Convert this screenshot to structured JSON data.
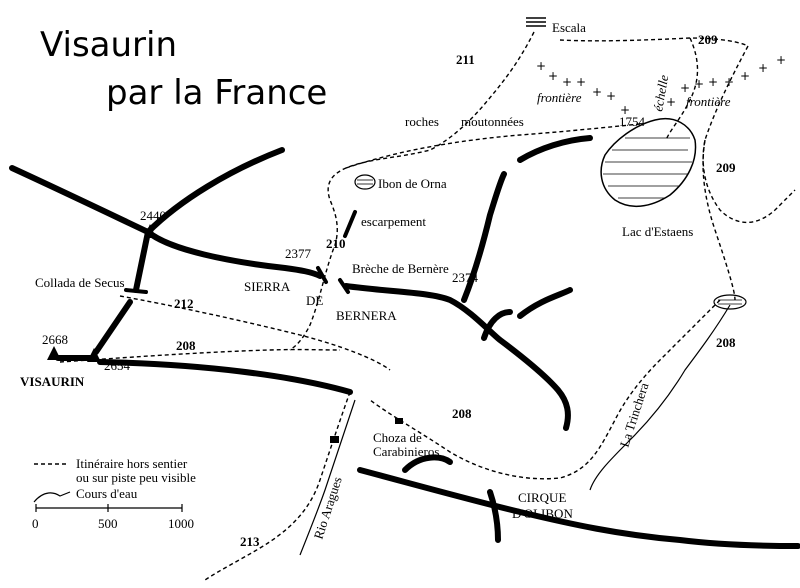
{
  "title": {
    "line1": "Visaurin",
    "line2": "par la France"
  },
  "places": {
    "escala": "Escala",
    "roches": "roches",
    "moutonnees": "moutonnées",
    "ibon": "Ibon de Orna",
    "escarpement": "escarpement",
    "breche": "Brèche de Bernère",
    "sierra": "SIERRA",
    "de": "DE",
    "bernera": "BERNERA",
    "collada": "Collada de Secus",
    "visaurin": "VISAURIN",
    "lac": "Lac d'Estaens",
    "frontiere_left": "frontière",
    "frontiere_right": "frontière",
    "echelle": "échelle",
    "choza1": "Choza de",
    "choza2": "Carabinieros",
    "cirque1": "CIRQUE",
    "cirque2": "D'OLIBON",
    "rio": "Rio Aragues",
    "trinchera": "La Trinchera"
  },
  "elevations": {
    "e2440": "2440",
    "e2377": "2377",
    "e2374": "2374",
    "e1754": "1754",
    "e2668": "2668",
    "e2654": "2654"
  },
  "routes": {
    "r211": "211",
    "r209a": "209",
    "r209b": "209",
    "r210": "210",
    "r212": "212",
    "r208a": "208",
    "r208b": "208",
    "r208c": "208",
    "r213": "213"
  },
  "legend": {
    "trail_line1": "Itinéraire hors sentier",
    "trail_line2": "ou sur piste peu visible",
    "river": "Cours d'eau"
  },
  "scale": {
    "ticks": [
      "0",
      "500",
      "1000"
    ]
  }
}
